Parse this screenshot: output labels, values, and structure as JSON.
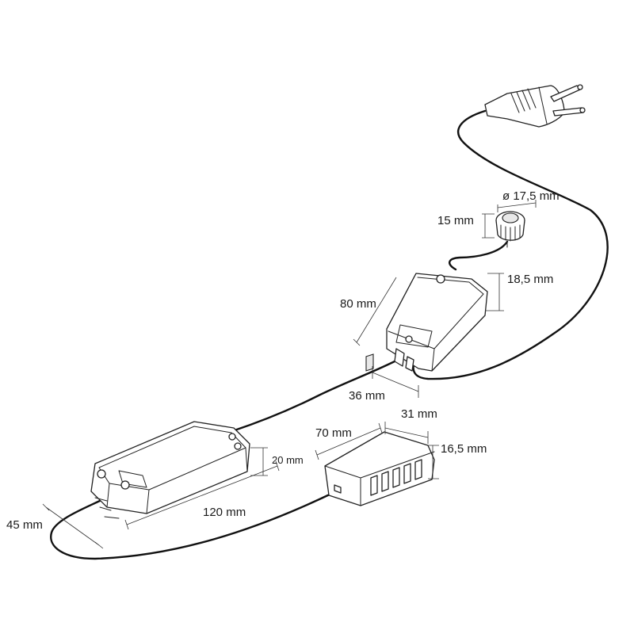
{
  "dimensions": {
    "switch_diameter": "ø 17,5 mm",
    "switch_height": "15 mm",
    "box_height": "18,5 mm",
    "box_length": "80 mm",
    "box_width": "36 mm",
    "driver_height": "20 mm",
    "driver_width": "45 mm",
    "driver_length": "120 mm",
    "distributor_length": "70 mm",
    "distributor_width": "31 mm",
    "distributor_height": "16,5 mm"
  }
}
